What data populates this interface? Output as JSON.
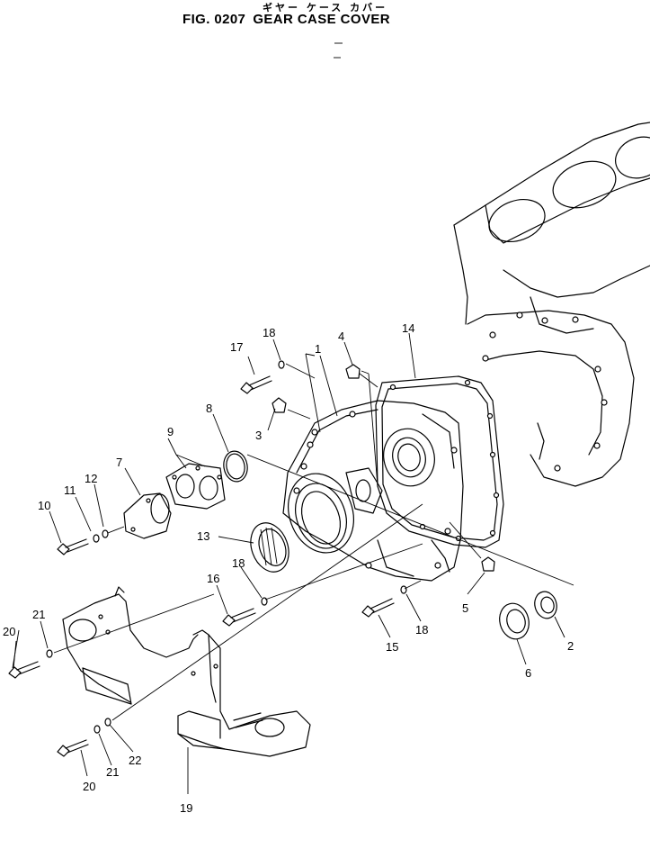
{
  "title": {
    "japanese": "ギヤー ケース カバー",
    "figure_number": "FIG. 0207",
    "name": "GEAR CASE COVER"
  },
  "callouts": [
    "1",
    "2",
    "3",
    "4",
    "5",
    "6",
    "7",
    "8",
    "9",
    "10",
    "11",
    "12",
    "13",
    "14",
    "15",
    "16",
    "17",
    "18",
    "18",
    "18",
    "19",
    "20",
    "20",
    "21",
    "21",
    "22"
  ]
}
